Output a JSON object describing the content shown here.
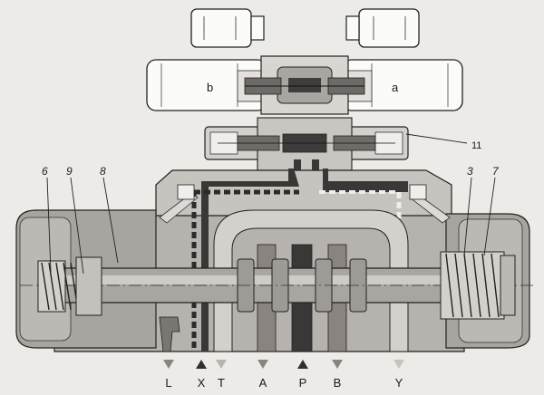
{
  "solenoid_labels": {
    "left": "b",
    "right": "a"
  },
  "callout_labels": {
    "pilot_valve": "11",
    "left_end_plug": "6",
    "left_spring_guide": "9",
    "left_spring": "8",
    "right_spring_seat": "3",
    "right_spring": "7"
  },
  "ports": [
    {
      "letter": "L",
      "arrow": "down",
      "tone": "#8a8480"
    },
    {
      "letter": "X",
      "arrow": "up",
      "tone": "#2e2e2e"
    },
    {
      "letter": "T",
      "arrow": "down",
      "tone": "#b9b4ae"
    },
    {
      "letter": "A",
      "arrow": "down",
      "tone": "#8a8480"
    },
    {
      "letter": "P",
      "arrow": "up",
      "tone": "#2e2e2e"
    },
    {
      "letter": "B",
      "arrow": "down",
      "tone": "#8a8480"
    },
    {
      "letter": "Y",
      "arrow": "down",
      "tone": "#c8c3bd"
    }
  ],
  "colors": {
    "body_gray": "#b6b2ad",
    "light_gray": "#d4d1cd",
    "dark_gray": "#5a5754",
    "pressure_black": "#3a3836",
    "tank_light": "#cfcbc6"
  }
}
